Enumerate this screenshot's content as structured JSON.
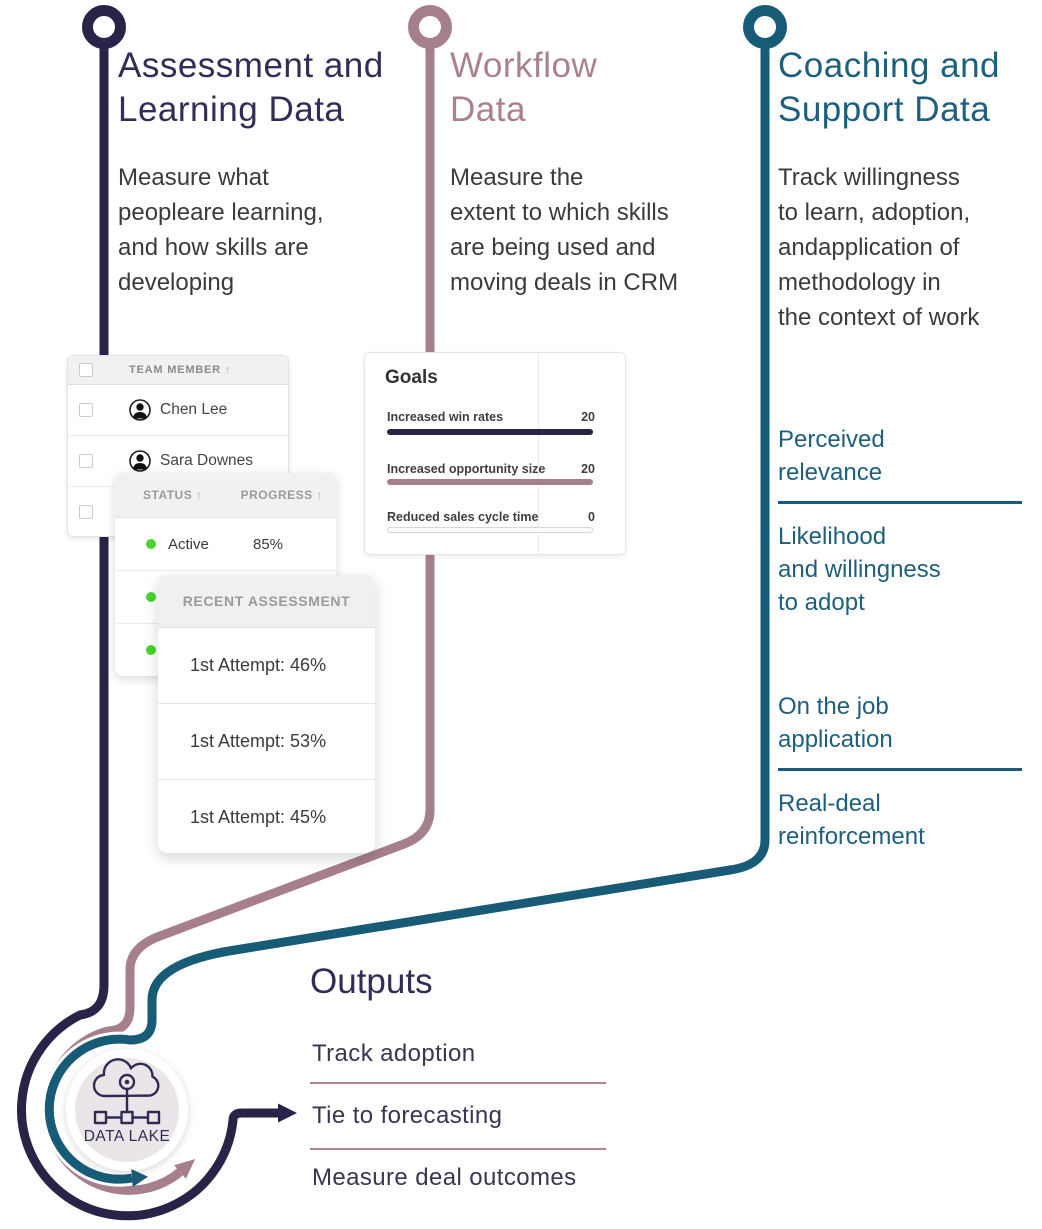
{
  "colors": {
    "navy_line": "#2a2348",
    "navy_heading": "#332d55",
    "mauve_line": "#a67f8e",
    "mauve_heading": "#a9818f",
    "teal_line": "#175b76",
    "teal_text": "#1d5f7d",
    "body_text": "#3b3b3b",
    "status_green": "#47d42c",
    "divider_mauve": "#ac8492"
  },
  "streams": [
    {
      "title": "Assessment and\nLearning Data",
      "description": "Measure what\npeopleare learning,\nand how skills are\ndeveloping"
    },
    {
      "title": "Workflow\nData",
      "description": "Measure the\nextent to which skills\nare being used and\nmoving deals in CRM"
    },
    {
      "title": "Coaching and\nSupport Data",
      "description": "Track willingness\nto learn, adoption,\nandapplication of\nmethodology in\nthe context of work",
      "items": [
        {
          "label": "Perceived\nrelevance"
        },
        {
          "label": "Likelihood\nand willingness\nto adopt"
        },
        {
          "label": "On the job\napplication"
        },
        {
          "label": "Real-deal\nreinforcement"
        }
      ]
    }
  ],
  "team_table": {
    "column": "TEAM MEMBER",
    "sort_icon": "↑",
    "members": [
      {
        "name": "Chen Lee"
      },
      {
        "name": "Sara Downes"
      }
    ]
  },
  "status_card": {
    "status_column": "STATUS",
    "progress_column": "PROGRESS",
    "sort_icon": "↑",
    "rows": [
      {
        "status": "Active",
        "progress": "85%"
      },
      {
        "status": "",
        "progress": ""
      },
      {
        "status": "",
        "progress": ""
      }
    ]
  },
  "assessment_card": {
    "header": "RECENT ASSESSMENT",
    "rows": [
      {
        "text": "1st Attempt: 46%"
      },
      {
        "text": "1st Attempt: 53%"
      },
      {
        "text": "1st Attempt: 45%"
      }
    ]
  },
  "goals_card": {
    "title": "Goals",
    "metrics": [
      {
        "label": "Increased win rates",
        "value": "20",
        "bar_fill": 1
      },
      {
        "label": "Increased opportunity size",
        "value": "20",
        "bar_fill": 1
      },
      {
        "label": "Reduced sales cycle time",
        "value": "0",
        "bar_fill": 0
      }
    ]
  },
  "outputs": {
    "title": "Outputs",
    "items": [
      {
        "label": "Track adoption"
      },
      {
        "label": "Tie to forecasting"
      },
      {
        "label": "Measure deal outcomes"
      }
    ]
  },
  "data_lake": {
    "label": "DATA LAKE"
  }
}
